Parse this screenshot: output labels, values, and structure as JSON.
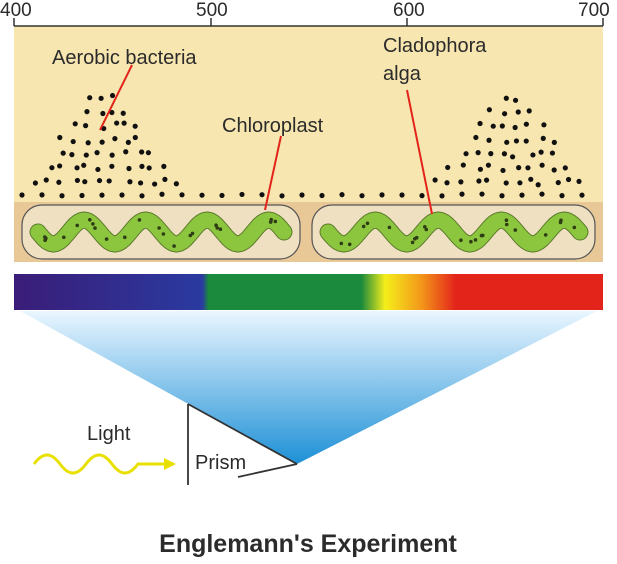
{
  "scale": {
    "ticks": [
      "400",
      "500",
      "600",
      "700"
    ]
  },
  "labels": {
    "aerobic_bacteria": "Aerobic bacteria",
    "chloroplast": "Chloroplast",
    "alga_line1": "Cladophora",
    "alga_line2": "alga",
    "light": "Light",
    "prism": "Prism"
  },
  "caption": "Englemann's Experiment",
  "colors": {
    "background_top": "#f7e6b0",
    "alga_band": "#e9c898",
    "chloroplast": "#8cc63f",
    "pointer_line": "#e3241b",
    "light_wave": "#e8e000",
    "beam": "#1e90d6"
  }
}
